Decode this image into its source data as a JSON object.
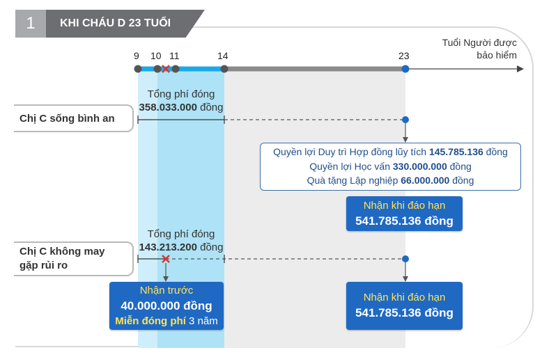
{
  "header": {
    "number": "1",
    "title": "KHI CHÁU D 23 TUỔI"
  },
  "axis": {
    "label_line1": "Tuổi Người được",
    "label_line2": "bảo hiểm",
    "ticks": [
      "9",
      "10",
      "11",
      "14",
      "23"
    ]
  },
  "scenario_safe": {
    "label": "Chị C sống bình an",
    "fee_label": "Tổng phí đóng",
    "fee_amount": "358.033.000",
    "fee_unit": " đồng",
    "benefits": {
      "line1_text": "Quyền lợi Duy trì Hợp đồng lũy tích ",
      "line1_amount": "145.785.136",
      "line1_unit": " đồng",
      "line2_text": "Quyền lợi Học vấn ",
      "line2_amount": "330.000.000",
      "line2_unit": " đồng",
      "line3_text": "Quà tặng Lập nghiệp ",
      "line3_amount": "66.000.000",
      "line3_unit": " đồng"
    },
    "maturity_title": "Nhận khi đáo hạn",
    "maturity_amount": "541.785.136 đồng"
  },
  "scenario_risk": {
    "label_line1": "Chị C không may",
    "label_line2": "gặp rủi ro",
    "fee_label": "Tổng phí đóng",
    "fee_amount": "143.213.200",
    "fee_unit": " đồng",
    "early_title": "Nhận trước",
    "early_amount": "40.000.000 đồng",
    "waiver_bold": "Miễn đóng phí",
    "waiver_rest": " 3 năm",
    "maturity_title": "Nhận khi đáo hạn",
    "maturity_amount": "541.785.136 đồng"
  },
  "colors": {
    "timeline_gray": "#8a8a8a",
    "timeline_blue": "#1ba8e8",
    "box_blue": "#1f69c3",
    "accent_yellow": "#ffe35a",
    "marker_red": "#d9342b"
  }
}
